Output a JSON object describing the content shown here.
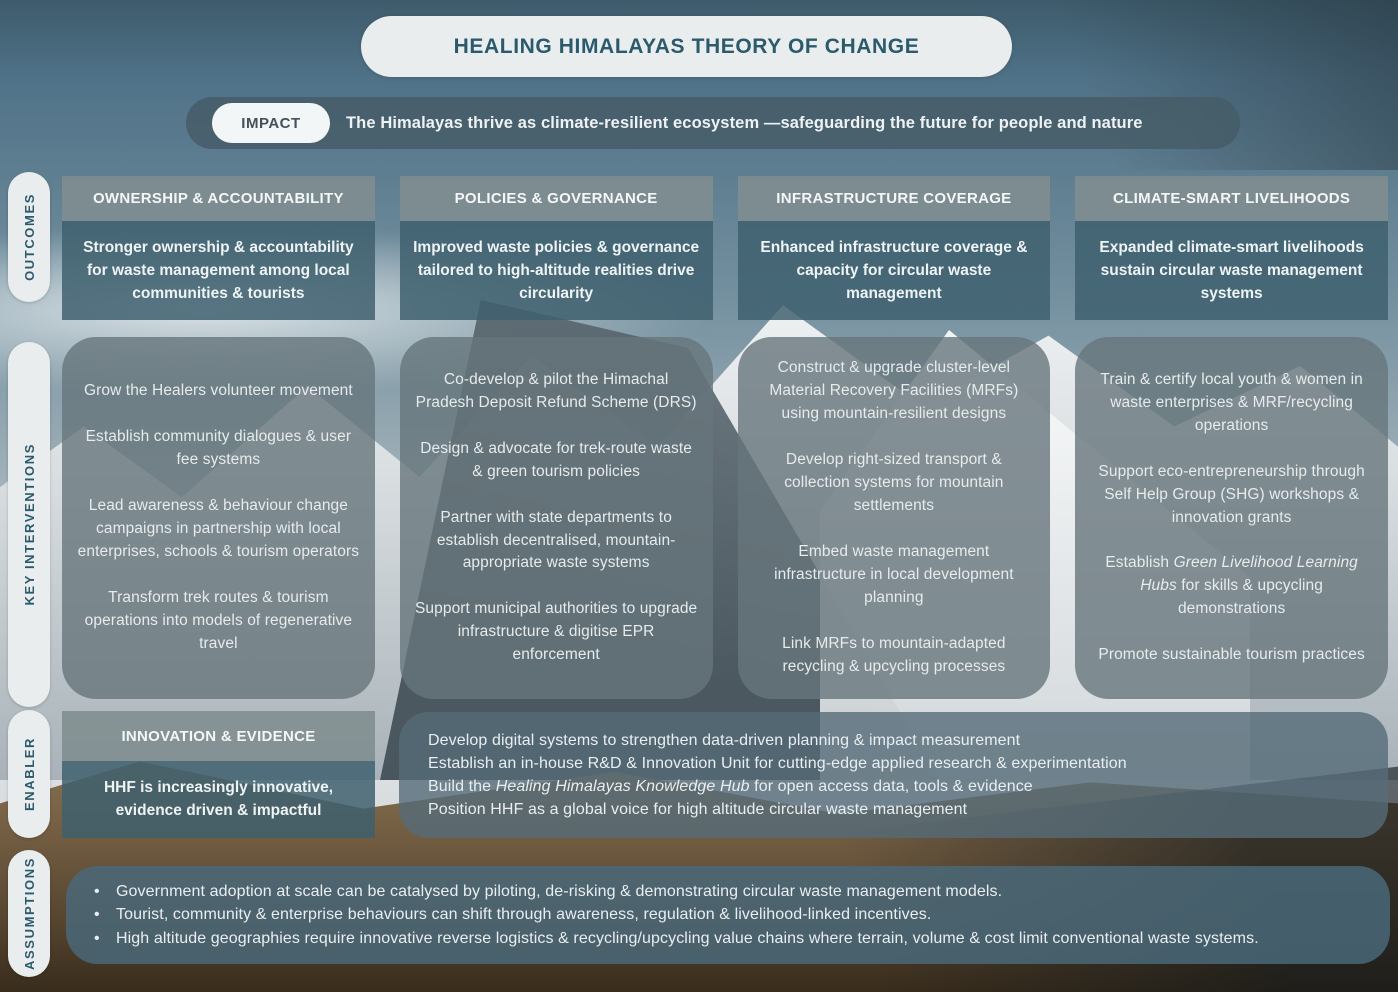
{
  "title": "HEALING HIMALAYAS THEORY OF CHANGE",
  "impact": {
    "label": "IMPACT",
    "text": "The Himalayas thrive as climate-resilient ecosystem —safeguarding the future for people and nature"
  },
  "rails": {
    "outcomes": "OUTCOMES",
    "interventions": "KEY INTERVENTIONS",
    "enabler": "ENABLER",
    "assumptions": "ASSUMPTIONS"
  },
  "outcomes": [
    {
      "header": "OWNERSHIP & ACCOUNTABILITY",
      "text": "Stronger ownership & accountability for waste management among local communities & tourists"
    },
    {
      "header": "POLICIES & GOVERNANCE",
      "text": "Improved waste policies & governance tailored to high-altitude realities drive circularity"
    },
    {
      "header": "INFRASTRUCTURE COVERAGE",
      "text": "Enhanced infrastructure coverage & capacity for circular waste management"
    },
    {
      "header": "CLIMATE-SMART LIVELIHOODS",
      "text": "Expanded climate-smart livelihoods sustain circular waste management systems"
    }
  ],
  "interventions": [
    {
      "items": [
        "Grow the Healers volunteer movement",
        "Establish community dialogues & user fee systems",
        "Lead awareness & behaviour change campaigns in partnership with local enterprises, schools & tourism operators",
        "Transform trek routes & tourism operations into models of regenerative travel"
      ]
    },
    {
      "items": [
        "Co-develop & pilot the Himachal Pradesh Deposit Refund Scheme (DRS)",
        "Design & advocate for trek-route waste & green tourism policies",
        "Partner with state departments to establish decentralised, mountain-appropriate waste systems",
        "Support municipal authorities to upgrade infrastructure & digitise EPR enforcement"
      ]
    },
    {
      "items": [
        "Construct & upgrade cluster-level Material Recovery Facilities (MRFs) using mountain-resilient designs",
        "Develop right-sized transport & collection systems for mountain settlements",
        "Embed waste management infrastructure in local development planning",
        "Link MRFs to mountain-adapted recycling & upcycling processes"
      ]
    },
    {
      "items": [
        "Train & certify local youth & women in waste enterprises & MRF/recycling operations",
        "Support eco-entrepreneurship through Self Help Group (SHG) workshops & innovation grants",
        {
          "pre": "Establish ",
          "italic": "Green Livelihood Learning Hubs",
          "post": " for skills & upcycling demonstrations"
        },
        "Promote sustainable tourism practices"
      ]
    }
  ],
  "enabler": {
    "header": "INNOVATION & EVIDENCE",
    "statement": "HHF is increasingly innovative, evidence driven & impactful",
    "items": [
      "Develop digital systems to strengthen data-driven planning & impact measurement",
      "Establish an in-house R&D & Innovation Unit for cutting-edge applied research & experimentation",
      {
        "pre": "Build the ",
        "italic": "Healing Himalayas Knowledge Hub",
        "post": " for open access data, tools & evidence"
      },
      "Position HHF as a global voice for high altitude circular waste management"
    ]
  },
  "assumptions": {
    "bullet": "•",
    "items": [
      "Government adoption at scale can be catalysed by piloting, de-risking & demonstrating circular waste management models.",
      "Tourist, community & enterprise behaviours can shift through awareness, regulation & livelihood-linked incentives.",
      "High altitude geographies require innovative reverse logistics & recycling/upcycling value chains where terrain, volume & cost limit conventional waste systems."
    ]
  },
  "colors": {
    "accent_dark_teal": "#2c5a6d",
    "pill_light": "#e9edee",
    "outcome_header_grey": "#7f8d8f",
    "outcome_body_teal": "#3e5f6e",
    "interventions_panel_grey_teal": "#68767c",
    "enabler_panel_teal": "#55687a",
    "assumptions_panel_teal": "#4a697a",
    "text_light": "#edf1f2"
  }
}
